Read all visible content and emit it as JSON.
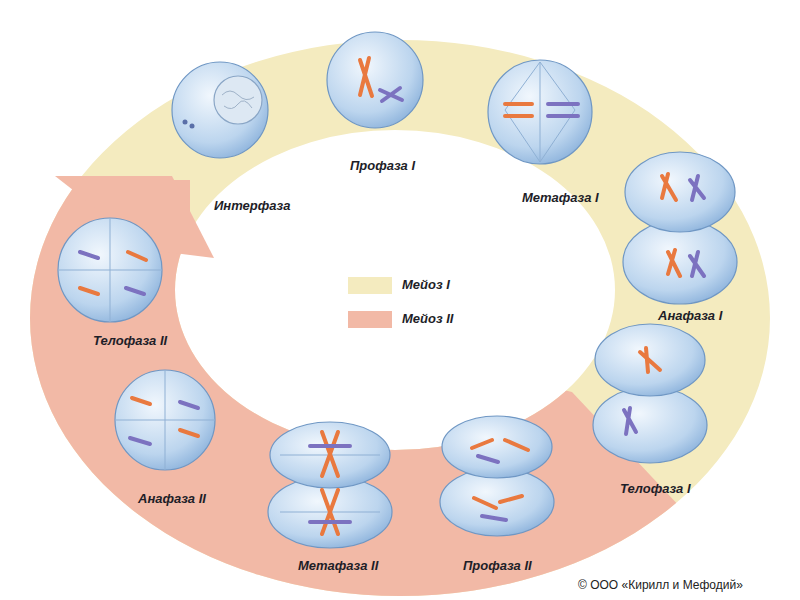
{
  "diagram": {
    "nodes": [
      {
        "text": [
          "Интерфаза"
        ]
      },
      {
        "text": [
          "Профаза I"
        ]
      },
      {
        "text": [
          "Метафаза I"
        ]
      },
      {
        "text": [
          "Анафаза I"
        ]
      },
      {
        "text": [
          "Телофаза I"
        ]
      },
      {
        "text": [
          "Профаза II"
        ]
      },
      {
        "text": [
          "Метафаза II"
        ]
      },
      {
        "text": [
          "Анафаза II"
        ]
      },
      {
        "text": [
          "Телофаза II"
        ]
      }
    ],
    "labels": [
      "© ООО «Кирилл и Мефодий»"
    ],
    "legend": [
      {
        "text": "Мейоз I",
        "color": "#f4ebbf"
      },
      {
        "text": "Мейоз II",
        "color": "#f2b9a6"
      }
    ]
  }
}
